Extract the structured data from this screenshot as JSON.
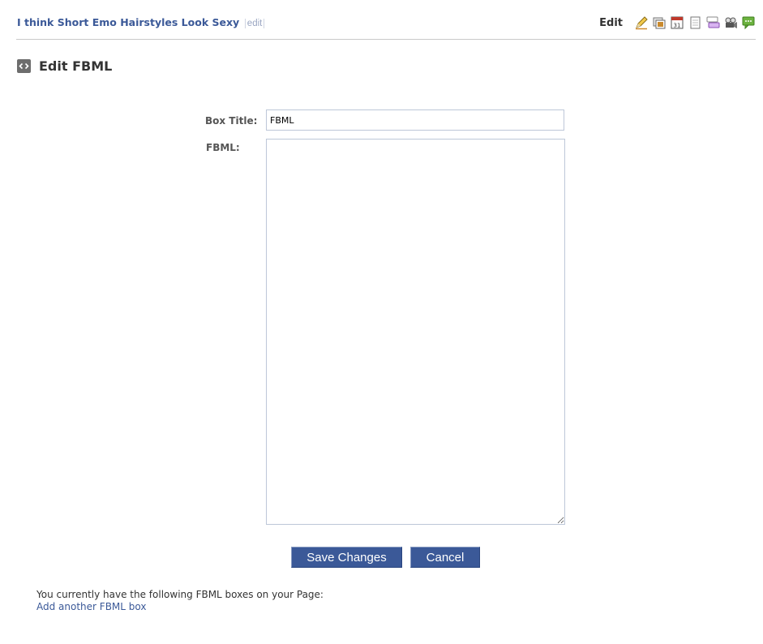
{
  "header": {
    "page_title": "I think Short Emo Hairstyles Look Sexy",
    "title_edit_link": "edit",
    "toolbar_label": "Edit",
    "toolbar_icons": [
      "pencil-icon",
      "photos-icon",
      "calendar-icon",
      "notes-icon",
      "discussion-icon",
      "video-icon",
      "wall-icon"
    ]
  },
  "section": {
    "title": "Edit FBML",
    "icon": "fbml-code-icon"
  },
  "form": {
    "box_title_label": "Box Title:",
    "box_title_value": "FBML",
    "fbml_label": "FBML:",
    "fbml_value": ""
  },
  "buttons": {
    "save_label": "Save Changes",
    "cancel_label": "Cancel"
  },
  "footer": {
    "info_text": "You currently have the following FBML boxes on your Page:",
    "add_link": "Add another FBML box"
  },
  "colors": {
    "link_blue": "#3b5998",
    "button_blue": "#3b5998",
    "input_border": "#bdc7d8"
  }
}
